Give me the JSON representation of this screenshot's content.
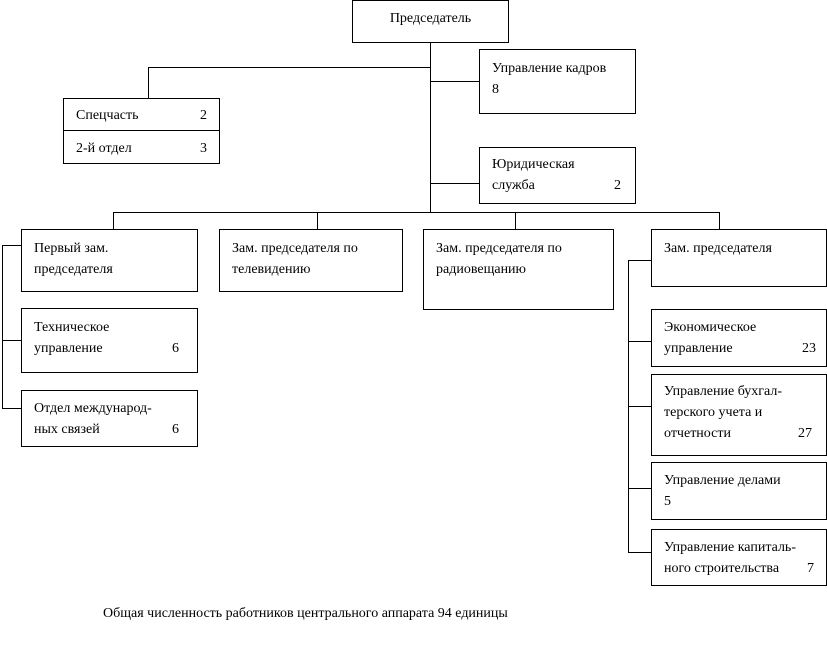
{
  "chairman": "Председатель",
  "personnel": {
    "label": "Управление кадров",
    "count": "8"
  },
  "special": [
    {
      "label": "Спецчасть",
      "count": "2"
    },
    {
      "label": "2-й отдел",
      "count": "3"
    }
  ],
  "legal": {
    "line1": "Юридическая",
    "line2": "служба",
    "count": "2"
  },
  "first_deputy": {
    "line1": "Первый зам.",
    "line2": "председателя"
  },
  "tv_deputy": {
    "line1": "Зам. председателя по",
    "line2": "телевидению"
  },
  "radio_deputy": {
    "line1": "Зам. председателя по",
    "line2": "радиовещанию"
  },
  "deputy": {
    "line1": "Зам. председателя"
  },
  "technical": {
    "line1": "Техническое",
    "line2": "управление",
    "count": "6"
  },
  "international": {
    "line1": "Отдел международ-",
    "line2": "ных связей",
    "count": "6"
  },
  "economic": {
    "line1": "Экономическое",
    "line2": "управление",
    "count": "23"
  },
  "accounting": {
    "line1": "Управление бухгал-",
    "line2": "терского учета и",
    "line3": "отчетности",
    "count": "27"
  },
  "affairs": {
    "line1": "Управление делами",
    "count": "5"
  },
  "construction": {
    "line1": "Управление капиталь-",
    "line2": "ного строительства",
    "count": "7"
  },
  "footer": "Общая численность работников центрального аппарата 94 единицы"
}
